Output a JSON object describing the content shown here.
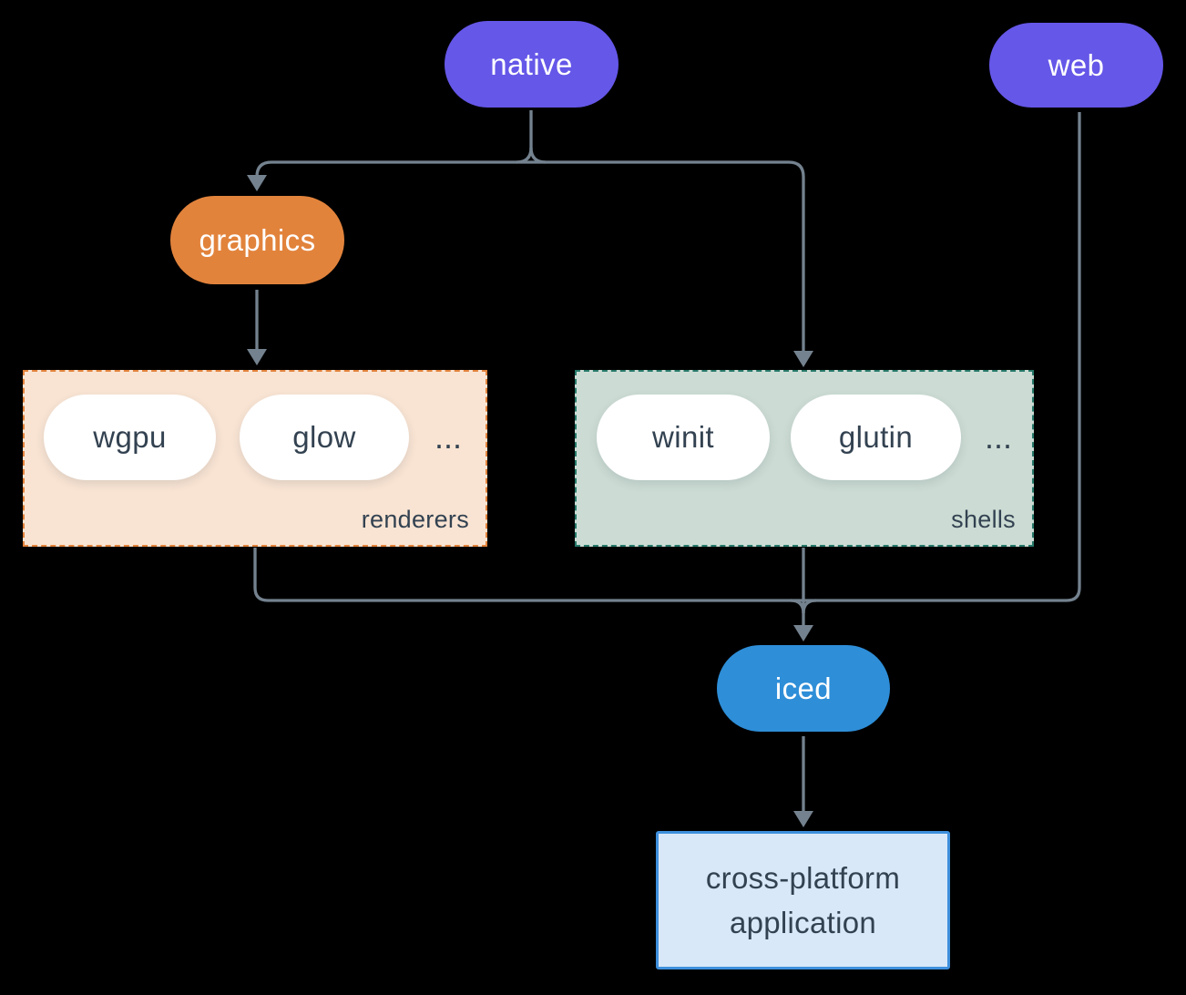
{
  "nodes": {
    "native": {
      "label": "native"
    },
    "web": {
      "label": "web"
    },
    "graphics": {
      "label": "graphics"
    },
    "iced": {
      "label": "iced"
    },
    "app": {
      "line1": "cross-platform",
      "line2": "application"
    }
  },
  "groups": {
    "renderers": {
      "label": "renderers",
      "items": [
        "wgpu",
        "glow"
      ],
      "ellipsis": "..."
    },
    "shells": {
      "label": "shells",
      "items": [
        "winit",
        "glutin"
      ],
      "ellipsis": "..."
    }
  },
  "colors": {
    "bg": "#000000",
    "purple": "#6557e8",
    "orange": "#e2833c",
    "blue": "#2e8ed8",
    "peach": "#f9e4d3",
    "sage": "#ccdcd4",
    "teal": "#27796a",
    "lightblue": "#d9e8f8",
    "bluestroke": "#3e8fdc",
    "line": "#74828f",
    "ink": "#334251",
    "white": "#ffffff"
  }
}
